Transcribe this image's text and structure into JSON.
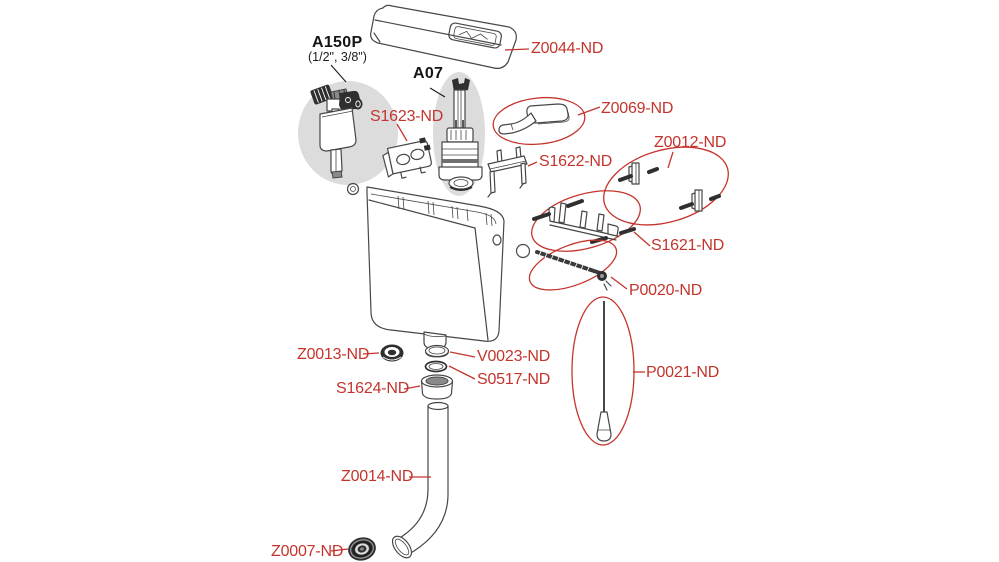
{
  "diagram": {
    "kind": "exploded parts diagram",
    "subject": "toilet flush cistern with spare parts",
    "background_color": "#ffffff",
    "accent_red": "#c5342c",
    "line_color": "#474747",
    "highlight_ellipse_gray": "#dcdcdc"
  },
  "labels": {
    "a150p": "A150P",
    "a150p_size": "(1/2\", 3/8\")",
    "a07": "A07",
    "z0044": "Z0044-ND",
    "s1623": "S1623-ND",
    "z0069": "Z0069-ND",
    "z0012": "Z0012-ND",
    "s1622": "S1622-ND",
    "s1621": "S1621-ND",
    "p0020": "P0020-ND",
    "p0021": "P0021-ND",
    "z0013": "Z0013-ND",
    "v0023": "V0023-ND",
    "s0517": "S0517-ND",
    "s1624": "S1624-ND",
    "z0014": "Z0014-ND",
    "z0007": "Z0007-ND"
  }
}
